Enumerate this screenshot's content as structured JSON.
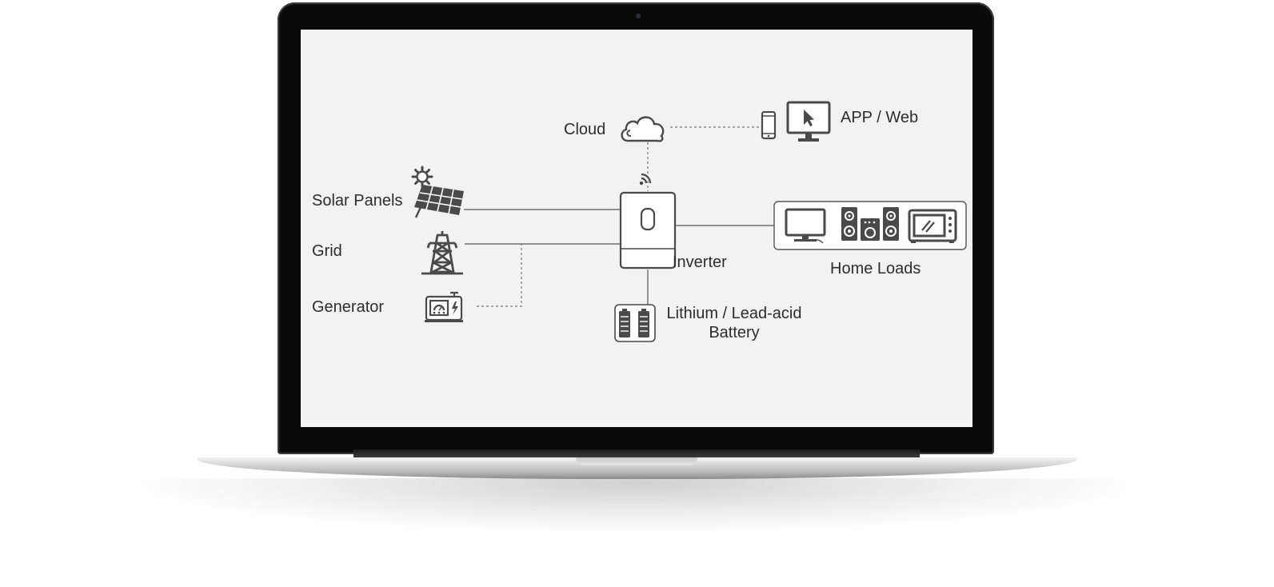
{
  "diagram": {
    "nodes": {
      "cloud": "Cloud",
      "app_web": "APP / Web",
      "solar": "Solar Panels",
      "grid": "Grid",
      "generator": "Generator",
      "inverter": "Inverter",
      "home_loads": "Home Loads",
      "battery_line1": "Lithium / Lead-acid",
      "battery_line2": "Battery"
    },
    "icons": [
      "cloud-icon",
      "phone-icon",
      "monitor-icon",
      "solar-panel-icon",
      "sun-icon",
      "transmission-tower-icon",
      "generator-icon",
      "wifi-icon",
      "inverter-icon",
      "tv-icon",
      "speakers-icon",
      "microwave-icon",
      "battery-icon"
    ],
    "colors": {
      "line": "#555555",
      "icon": "#4a4a4a",
      "text": "#2d2d2d"
    }
  }
}
